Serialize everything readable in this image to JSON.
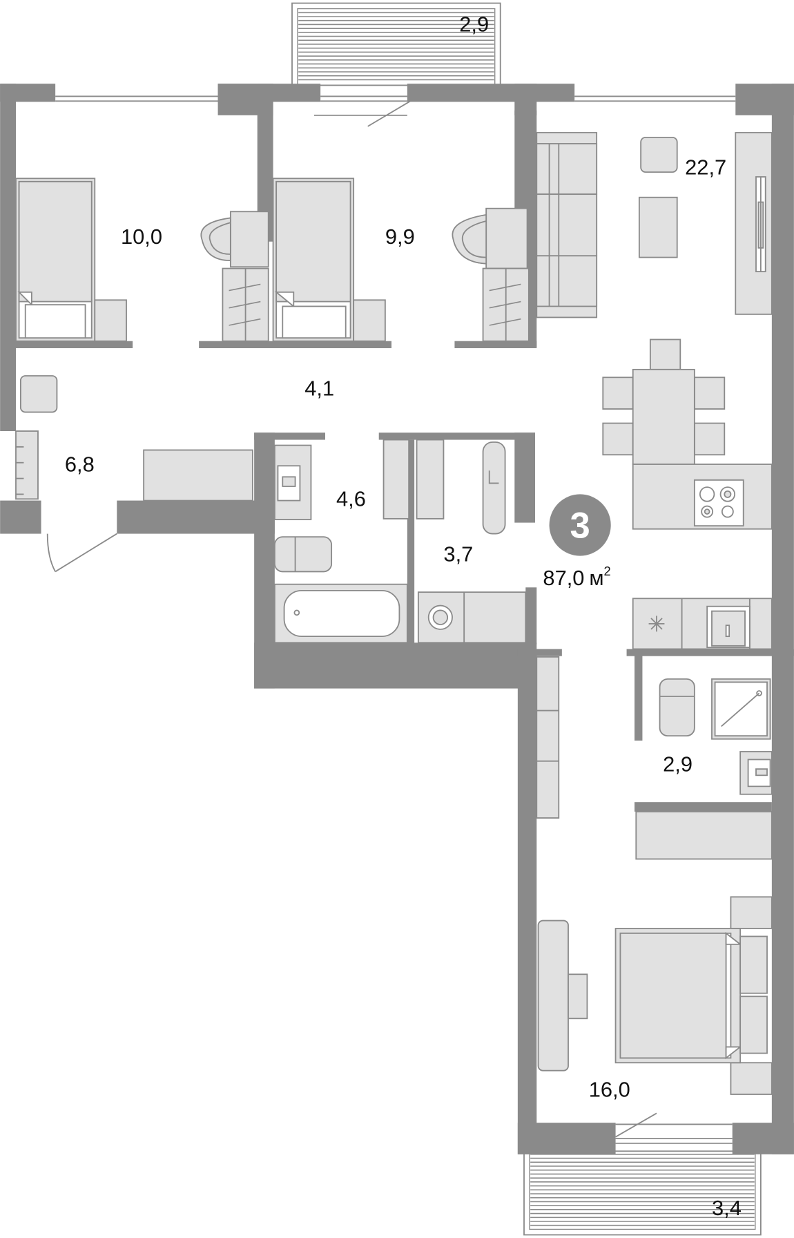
{
  "rooms": {
    "balcony_top": "2,9",
    "bedroom_1": "10,0",
    "bedroom_2": "9,9",
    "living_kitchen": "22,7",
    "corridor": "4,1",
    "hall": "6,8",
    "bathroom": "4,6",
    "laundry": "3,7",
    "wc": "2,9",
    "master_bedroom": "16,0",
    "balcony_bottom": "3,4"
  },
  "summary": {
    "room_count": "3",
    "total_area": "87,0",
    "unit": "м",
    "unit_power": "2"
  },
  "colors": {
    "wall": "#8a8a8a",
    "furniture_fill": "#e1e1e1",
    "badge": "#8a8a8a",
    "badge_text": "#ffffff",
    "label": "#111111"
  }
}
